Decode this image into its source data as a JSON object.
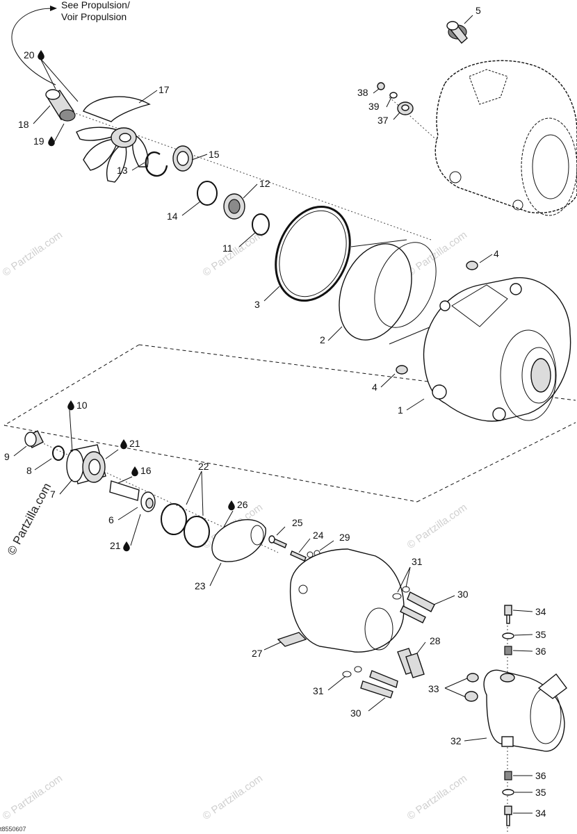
{
  "note": {
    "line1": "See Propulsion/",
    "line2": "Voir Propulsion"
  },
  "callouts": {
    "c1": "1",
    "c2": "2",
    "c3": "3",
    "c4a": "4",
    "c4b": "4",
    "c5": "5",
    "c6": "6",
    "c7": "7",
    "c8": "8",
    "c9": "9",
    "c10": "10",
    "c11": "11",
    "c12": "12",
    "c13": "13",
    "c14": "14",
    "c15": "15",
    "c16": "16",
    "c17": "17",
    "c18": "18",
    "c19": "19",
    "c20": "20",
    "c21a": "21",
    "c21b": "21",
    "c22": "22",
    "c23": "23",
    "c24": "24",
    "c25": "25",
    "c26": "26",
    "c27": "27",
    "c28": "28",
    "c29": "29",
    "c30a": "30",
    "c30b": "30",
    "c31a": "31",
    "c31b": "31",
    "c32": "32",
    "c33": "33",
    "c34a": "34",
    "c34b": "34",
    "c35a": "35",
    "c35b": "35",
    "c36a": "36",
    "c36b": "36",
    "c37": "37",
    "c38": "38",
    "c39": "39"
  },
  "watermark": "© Partzilla.com",
  "side_watermark": "© Partzilla.com",
  "figure_ref": "t8550607"
}
